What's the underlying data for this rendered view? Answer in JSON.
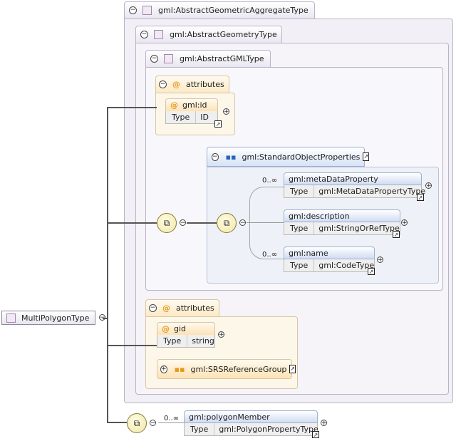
{
  "types": {
    "aggregate": "gml:AbstractGeometricAggregateType",
    "geometry": "gml:AbstractGeometryType",
    "gml": "gml:AbstractGMLType"
  },
  "attributes_label": "attributes",
  "gml_id": {
    "name": "gml:id",
    "type_label": "Type",
    "type": "ID"
  },
  "std_props": "gml:StandardObjectProperties",
  "meta": {
    "name": "gml:metaDataProperty",
    "type_label": "Type",
    "type": "gml:MetaDataPropertyType",
    "card": "0..∞"
  },
  "desc": {
    "name": "gml:description",
    "type_label": "Type",
    "type": "gml:StringOrRefType"
  },
  "gname": {
    "name": "gml:name",
    "type_label": "Type",
    "type": "gml:CodeType",
    "card": "0..∞"
  },
  "gid": {
    "name": "gid",
    "type_label": "Type",
    "type": "string"
  },
  "srs_group": "gml:SRSReferenceGroup",
  "root": "MultiPolygonType",
  "polygon_member": {
    "name": "gml:polygonMember",
    "type_label": "Type",
    "type": "gml:PolygonPropertyType",
    "card": "0..∞"
  },
  "icons": {
    "collapse": "⊖",
    "expand": "⊕",
    "link": "↗",
    "sequence": "sequence-icon",
    "group": "group-icon"
  }
}
